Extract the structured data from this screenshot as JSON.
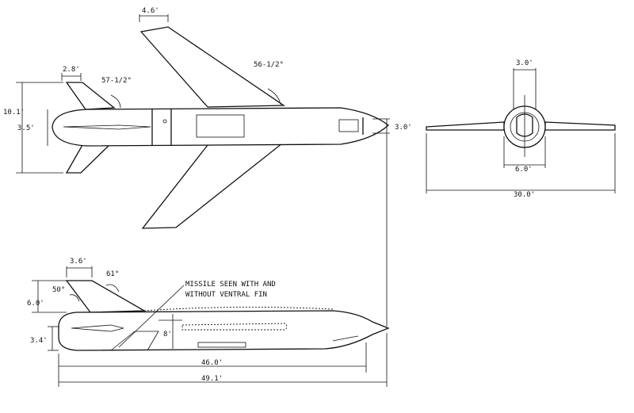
{
  "labels": {
    "top_span_4_6": "4.6'",
    "top_tail_span": "2.8'",
    "top_tail_sweep": "57-1/2°",
    "top_wing_sweep": "56-1/2°",
    "top_height": "10.1'",
    "top_body_dia": "3.5'",
    "top_nose_dia": "3.0'",
    "front_dia": "3.0'",
    "front_body": "6.0'",
    "front_span": "30.0'",
    "side_fin_chord": "3.6'",
    "side_fin_sweep": "61°",
    "side_fin_angle": "50°",
    "side_fin_height": "6.0'",
    "side_body_height": "3.4'",
    "side_mid_dim": "8'",
    "side_length_46": "46.0'",
    "side_length_49": "49.1'",
    "note_line1": "MISSILE SEEN WITH AND",
    "note_line2": "WITHOUT VENTRAL FIN"
  }
}
